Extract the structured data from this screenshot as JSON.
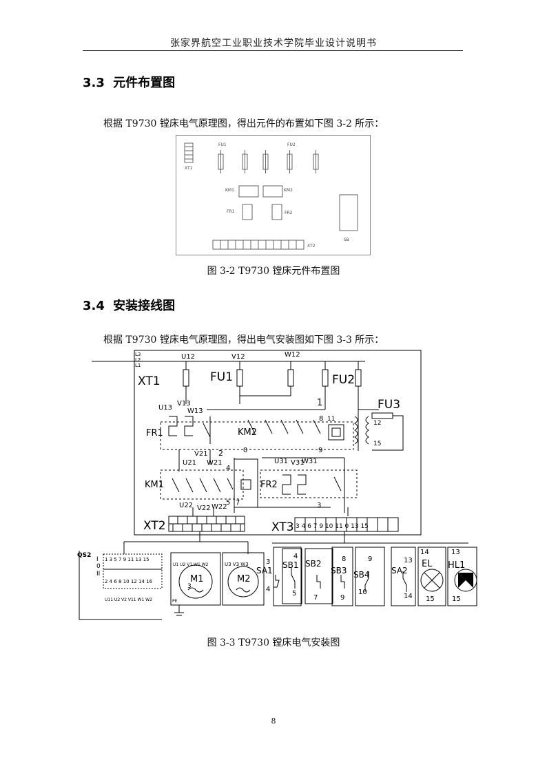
{
  "header": "张家界航空工业职业技术学院毕业设计说明书",
  "sections": [
    {
      "number": "3.3",
      "title": "元件布置图",
      "para": "根据 T9730 镗床电气原理图，得出元件的布置如下图 3-2 所示：",
      "caption": "图 3-2  T9730 镗床元件布置图"
    },
    {
      "number": "3.4",
      "title": "安装接线图",
      "para": "根据 T9730 镗床电气原理图，得出电气安装图如下图 3-3 所示：",
      "caption": "图 3-3  T9730 镗床电气安装图"
    }
  ],
  "layout_labels": {
    "xt1": "XT1",
    "fu1": "FU1",
    "fu2": "FU2",
    "km1": "KM1",
    "km2": "KM2",
    "fr1": "FR1",
    "fr2": "FR2",
    "xt2": "XT2",
    "sb": "SB"
  },
  "wiring_labels": {
    "l3": "L3",
    "l2": "L2",
    "l1": "L1",
    "u12": "U12",
    "v12": "V12",
    "w12": "W12",
    "xt1": "XT1",
    "fu1": "FU1",
    "fu2": "FU2",
    "fu3": "FU3",
    "u13": "U13",
    "v13": "V13",
    "w13": "W13",
    "fr1": "FR1",
    "km2": "KM2",
    "num_2": "2",
    "num_0": "0",
    "num_1": "1",
    "num_8": "8",
    "num_11": "11",
    "num_9": "9",
    "num_12": "12",
    "num_15": "15",
    "u21": "U21",
    "v21": "V21",
    "w21": "W21",
    "num_4": "4",
    "u31": "U31",
    "v31": "V31",
    "w31": "W31",
    "km1": "KM1",
    "fr2": "FR2",
    "num_3": "3",
    "num_5": "5",
    "num_7": "7",
    "u22": "U22",
    "v22": "V22",
    "w22": "W22",
    "xt2": "XT2",
    "xt3": "XT3",
    "xt3_terms": "3 4 6 7 9 10 11 0 13 15",
    "qs2": "QS2",
    "qs_i": "I",
    "qs_0": "0",
    "qs_ii": "II",
    "qs_top": "1 3 5 7 9 11 13 15",
    "qs_bot": "2 4 6 8 10 12 14 16",
    "qs_uvw": "U11 U2 V2 V11 W1 W2",
    "m1_terms": "U1 U2 V1 W1 W2",
    "m2_terms": "U3 V3 W3",
    "m1": "M1",
    "m2": "M2",
    "m3": "3",
    "pe": "PE",
    "sa1": "SA1",
    "sb1": "SB1",
    "sb2": "SB2",
    "sb3": "SB3",
    "sb4": "SB4",
    "sa2": "SA2",
    "el": "EL",
    "hl1": "HL1",
    "n3": "3",
    "n4": "4",
    "n5": "5",
    "n7": "7",
    "n8": "8",
    "n9": "9",
    "n10": "10",
    "n13": "13",
    "n14": "14",
    "n15": "15"
  },
  "page_number": "8"
}
